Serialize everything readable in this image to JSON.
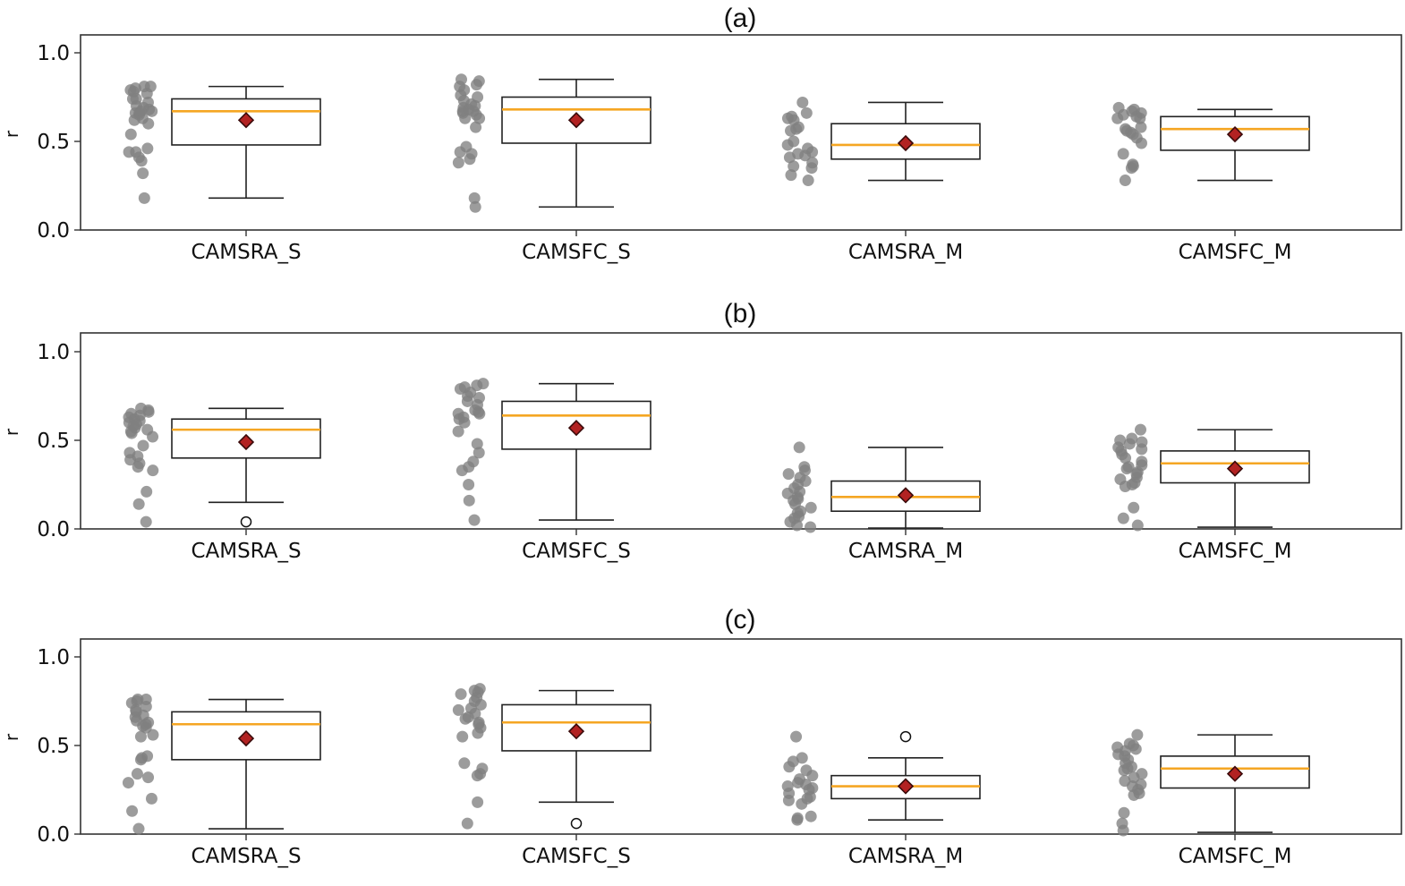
{
  "colors": {
    "box": "#222222",
    "median": "#f5a623",
    "mean_fill": "#b22222",
    "mean_edge": "#3a0a0a",
    "points": "#808080",
    "outlier_edge": "#111111",
    "axis": "#333333"
  },
  "chart_data": [
    {
      "type": "box",
      "title": "(a)",
      "ylabel": "r",
      "xlabel": "",
      "ylim": [
        0,
        1.1
      ],
      "yticks": [
        0.0,
        0.5,
        1.0
      ],
      "ytick_labels": [
        "0.0",
        "0.5",
        "1.0"
      ],
      "categories": [
        "CAMSRA_S",
        "CAMSFC_S",
        "CAMSRA_M",
        "CAMSFC_M"
      ],
      "boxes": [
        {
          "whisker_low": 0.18,
          "q1": 0.48,
          "median": 0.67,
          "q3": 0.74,
          "whisker_high": 0.81,
          "mean": 0.62,
          "outliers": []
        },
        {
          "whisker_low": 0.13,
          "q1": 0.49,
          "median": 0.68,
          "q3": 0.75,
          "whisker_high": 0.85,
          "mean": 0.62,
          "outliers": []
        },
        {
          "whisker_low": 0.28,
          "q1": 0.4,
          "median": 0.48,
          "q3": 0.6,
          "whisker_high": 0.72,
          "mean": 0.49,
          "outliers": []
        },
        {
          "whisker_low": 0.28,
          "q1": 0.45,
          "median": 0.57,
          "q3": 0.64,
          "whisker_high": 0.68,
          "mean": 0.54,
          "outliers": []
        }
      ],
      "points": [
        [
          0.81,
          0.81,
          0.8,
          0.79,
          0.78,
          0.77,
          0.74,
          0.74,
          0.72,
          0.7,
          0.69,
          0.68,
          0.67,
          0.67,
          0.66,
          0.66,
          0.65,
          0.63,
          0.62,
          0.6,
          0.54,
          0.46,
          0.44,
          0.44,
          0.41,
          0.39,
          0.32,
          0.18
        ],
        [
          0.85,
          0.84,
          0.82,
          0.81,
          0.79,
          0.76,
          0.75,
          0.73,
          0.71,
          0.7,
          0.69,
          0.68,
          0.67,
          0.67,
          0.66,
          0.65,
          0.63,
          0.63,
          0.58,
          0.47,
          0.44,
          0.43,
          0.4,
          0.38,
          0.18,
          0.13
        ],
        [
          0.72,
          0.66,
          0.64,
          0.63,
          0.62,
          0.58,
          0.57,
          0.56,
          0.5,
          0.48,
          0.46,
          0.44,
          0.43,
          0.42,
          0.41,
          0.38,
          0.36,
          0.35,
          0.31,
          0.28
        ],
        [
          0.69,
          0.68,
          0.67,
          0.66,
          0.65,
          0.64,
          0.63,
          0.63,
          0.58,
          0.57,
          0.56,
          0.55,
          0.54,
          0.52,
          0.49,
          0.43,
          0.37,
          0.36,
          0.35,
          0.28
        ]
      ]
    },
    {
      "type": "box",
      "title": "(b)",
      "ylabel": "r",
      "xlabel": "",
      "ylim": [
        0,
        1.1
      ],
      "yticks": [
        0.0,
        0.5,
        1.0
      ],
      "ytick_labels": [
        "0.0",
        "0.5",
        "1.0"
      ],
      "categories": [
        "CAMSRA_S",
        "CAMSFC_S",
        "CAMSRA_M",
        "CAMSFC_M"
      ],
      "boxes": [
        {
          "whisker_low": 0.15,
          "q1": 0.4,
          "median": 0.56,
          "q3": 0.62,
          "whisker_high": 0.68,
          "mean": 0.49,
          "outliers": [
            0.04
          ]
        },
        {
          "whisker_low": 0.05,
          "q1": 0.45,
          "median": 0.64,
          "q3": 0.72,
          "whisker_high": 0.82,
          "mean": 0.57,
          "outliers": []
        },
        {
          "whisker_low": 0.005,
          "q1": 0.1,
          "median": 0.18,
          "q3": 0.27,
          "whisker_high": 0.46,
          "mean": 0.19,
          "outliers": []
        },
        {
          "whisker_low": 0.01,
          "q1": 0.26,
          "median": 0.37,
          "q3": 0.44,
          "whisker_high": 0.56,
          "mean": 0.34,
          "outliers": []
        }
      ],
      "points": [
        [
          0.68,
          0.67,
          0.66,
          0.65,
          0.64,
          0.63,
          0.62,
          0.61,
          0.6,
          0.59,
          0.58,
          0.57,
          0.56,
          0.55,
          0.54,
          0.52,
          0.47,
          0.43,
          0.41,
          0.39,
          0.37,
          0.35,
          0.33,
          0.21,
          0.14,
          0.04
        ],
        [
          0.82,
          0.81,
          0.8,
          0.79,
          0.77,
          0.75,
          0.74,
          0.72,
          0.7,
          0.67,
          0.66,
          0.65,
          0.65,
          0.63,
          0.62,
          0.6,
          0.55,
          0.48,
          0.43,
          0.38,
          0.35,
          0.33,
          0.25,
          0.16,
          0.05
        ],
        [
          0.46,
          0.35,
          0.33,
          0.31,
          0.29,
          0.27,
          0.25,
          0.23,
          0.21,
          0.2,
          0.18,
          0.17,
          0.16,
          0.14,
          0.12,
          0.1,
          0.09,
          0.07,
          0.06,
          0.04,
          0.02,
          0.01
        ],
        [
          0.56,
          0.51,
          0.5,
          0.49,
          0.48,
          0.46,
          0.45,
          0.44,
          0.42,
          0.4,
          0.38,
          0.36,
          0.35,
          0.34,
          0.32,
          0.31,
          0.29,
          0.28,
          0.26,
          0.25,
          0.24,
          0.12,
          0.06,
          0.02
        ]
      ]
    },
    {
      "type": "box",
      "title": "(c)",
      "ylabel": "r",
      "xlabel": "",
      "ylim": [
        0,
        1.1
      ],
      "yticks": [
        0.0,
        0.5,
        1.0
      ],
      "ytick_labels": [
        "0.0",
        "0.5",
        "1.0"
      ],
      "categories": [
        "CAMSRA_S",
        "CAMSFC_S",
        "CAMSRA_M",
        "CAMSFC_M"
      ],
      "boxes": [
        {
          "whisker_low": 0.03,
          "q1": 0.42,
          "median": 0.62,
          "q3": 0.69,
          "whisker_high": 0.76,
          "mean": 0.54,
          "outliers": []
        },
        {
          "whisker_low": 0.18,
          "q1": 0.47,
          "median": 0.63,
          "q3": 0.73,
          "whisker_high": 0.81,
          "mean": 0.58,
          "outliers": [
            0.06
          ]
        },
        {
          "whisker_low": 0.08,
          "q1": 0.2,
          "median": 0.27,
          "q3": 0.33,
          "whisker_high": 0.43,
          "mean": 0.27,
          "outliers": [
            0.55
          ]
        },
        {
          "whisker_low": 0.01,
          "q1": 0.26,
          "median": 0.37,
          "q3": 0.44,
          "whisker_high": 0.56,
          "mean": 0.34,
          "outliers": []
        }
      ],
      "points": [
        [
          0.76,
          0.76,
          0.75,
          0.74,
          0.72,
          0.7,
          0.69,
          0.67,
          0.66,
          0.64,
          0.63,
          0.62,
          0.61,
          0.6,
          0.56,
          0.55,
          0.44,
          0.43,
          0.42,
          0.34,
          0.32,
          0.29,
          0.2,
          0.13,
          0.03
        ],
        [
          0.82,
          0.81,
          0.8,
          0.79,
          0.77,
          0.75,
          0.73,
          0.71,
          0.7,
          0.68,
          0.66,
          0.65,
          0.63,
          0.62,
          0.6,
          0.57,
          0.55,
          0.4,
          0.37,
          0.34,
          0.33,
          0.18,
          0.06
        ],
        [
          0.55,
          0.43,
          0.41,
          0.38,
          0.36,
          0.33,
          0.31,
          0.29,
          0.28,
          0.27,
          0.26,
          0.25,
          0.23,
          0.21,
          0.2,
          0.19,
          0.17,
          0.1,
          0.09,
          0.08
        ],
        [
          0.56,
          0.51,
          0.5,
          0.49,
          0.48,
          0.47,
          0.45,
          0.44,
          0.42,
          0.4,
          0.38,
          0.37,
          0.36,
          0.34,
          0.32,
          0.3,
          0.28,
          0.27,
          0.25,
          0.23,
          0.22,
          0.12,
          0.06,
          0.02
        ]
      ]
    }
  ]
}
